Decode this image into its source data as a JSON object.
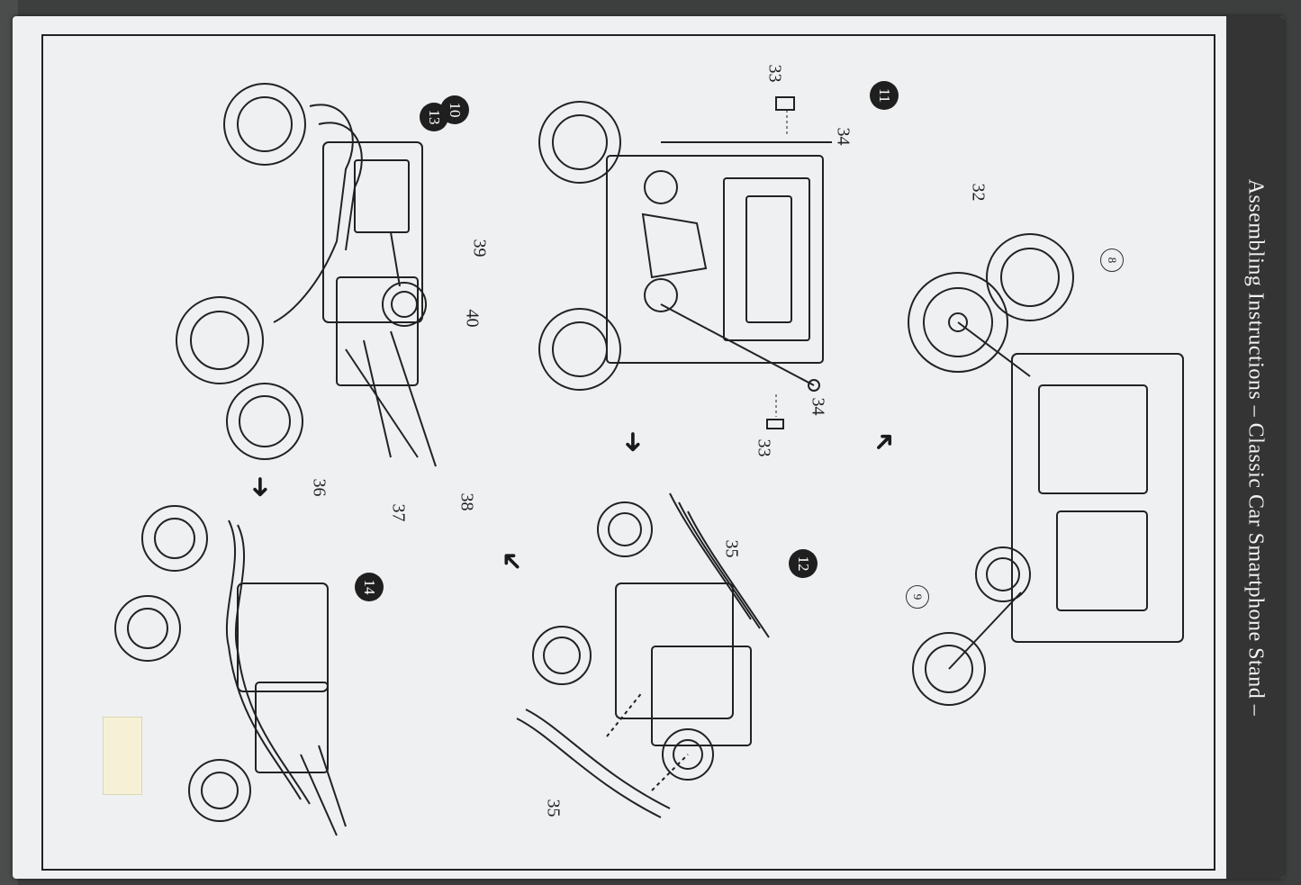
{
  "header": {
    "title": "Assembling Instructions   – Classic Car Smartphone Stand –"
  },
  "steps": {
    "s10": "10",
    "s11": "11",
    "s12": "12",
    "s13": "13",
    "s14": "14",
    "s8": "8",
    "s9": "9"
  },
  "parts": {
    "p32": "32",
    "p33a": "33",
    "p33b": "33",
    "p34a": "34",
    "p34b": "34",
    "p35a": "35",
    "p35b": "35",
    "p36": "36",
    "p37": "37",
    "p38": "38",
    "p39": "39",
    "p40": "40"
  },
  "colors": {
    "page": "#eef0f2",
    "header_strip": "#343434",
    "ink": "#222222"
  }
}
